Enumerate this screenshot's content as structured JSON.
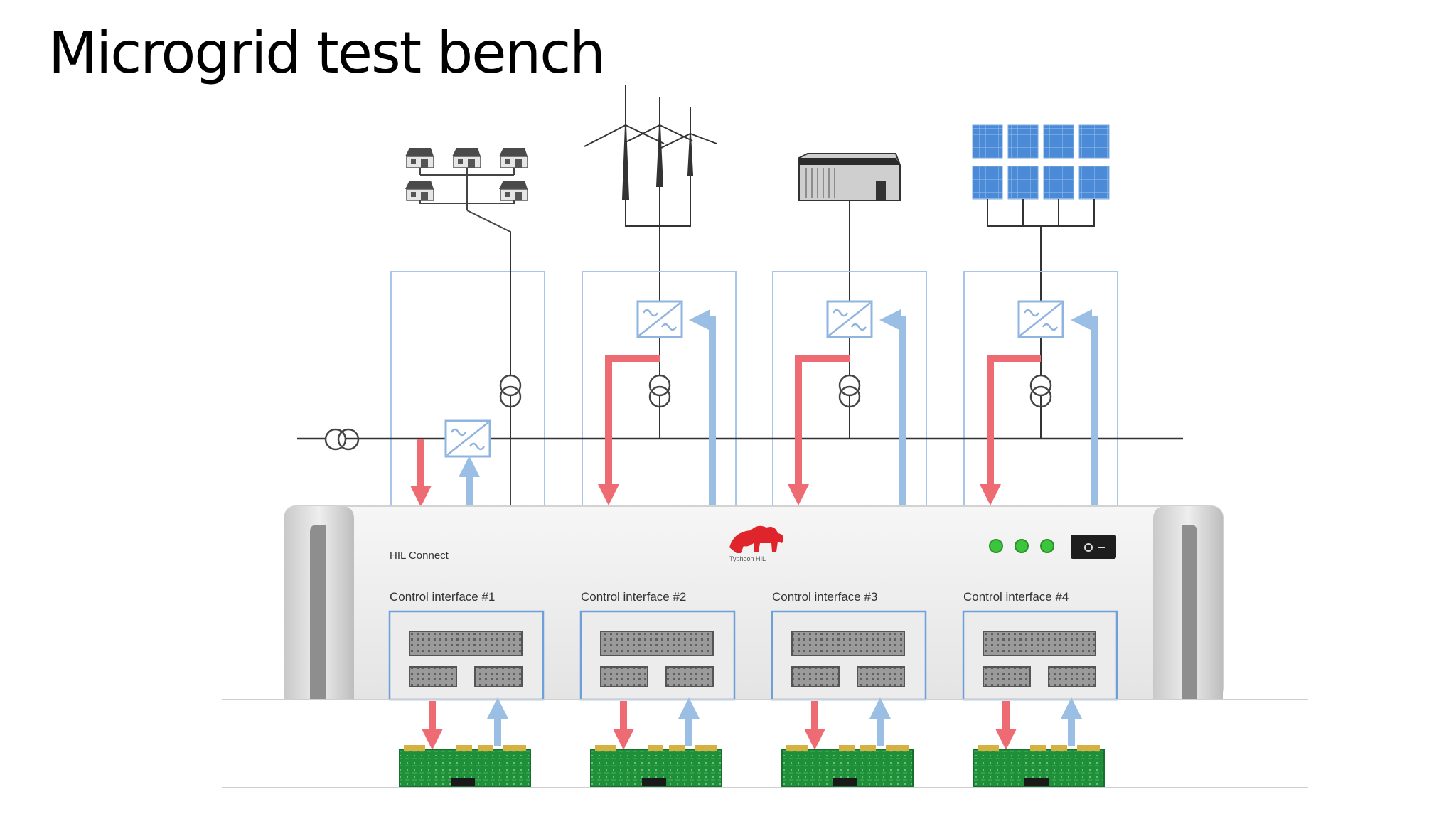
{
  "slide": {
    "title": "Microgrid test bench"
  },
  "device": {
    "name": "HIL Connect",
    "logo_text": "Typhoon HIL",
    "control_interfaces": [
      "Control interface #1",
      "Control interface #2",
      "Control interface #3",
      "Control interface #4"
    ],
    "status_lights": [
      "on",
      "on",
      "on"
    ]
  },
  "sources": [
    {
      "type": "houses-icon"
    },
    {
      "type": "wind-turbines-icon"
    },
    {
      "type": "generator-building-icon"
    },
    {
      "type": "solar-panels-icon"
    }
  ],
  "colors": {
    "output_arrow": "#ee6b73",
    "input_arrow": "#9bbfe4",
    "frame_line": "#a9c6ea",
    "pcb_green": "#1f8f3a",
    "status_led": "#3cc53c"
  }
}
